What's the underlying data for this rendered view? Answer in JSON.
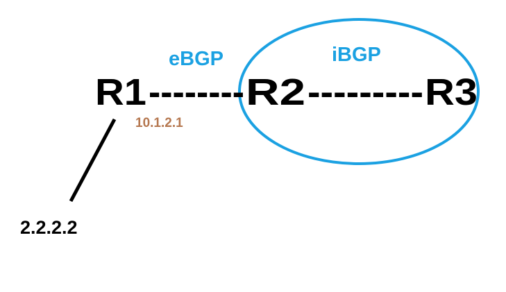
{
  "nodes": {
    "r1": "R1",
    "r2": "R2",
    "r3": "R3"
  },
  "links": {
    "r1_r2": "--------",
    "r2_r3": "---------"
  },
  "labels": {
    "ebgp": "eBGP",
    "ibgp": "iBGP",
    "r1_ip": "10.1.2.1",
    "loopback": "2.2.2.2"
  },
  "colors": {
    "bgp": "#1ba1e2",
    "ip": "#b5774f",
    "ink": "#000000"
  }
}
